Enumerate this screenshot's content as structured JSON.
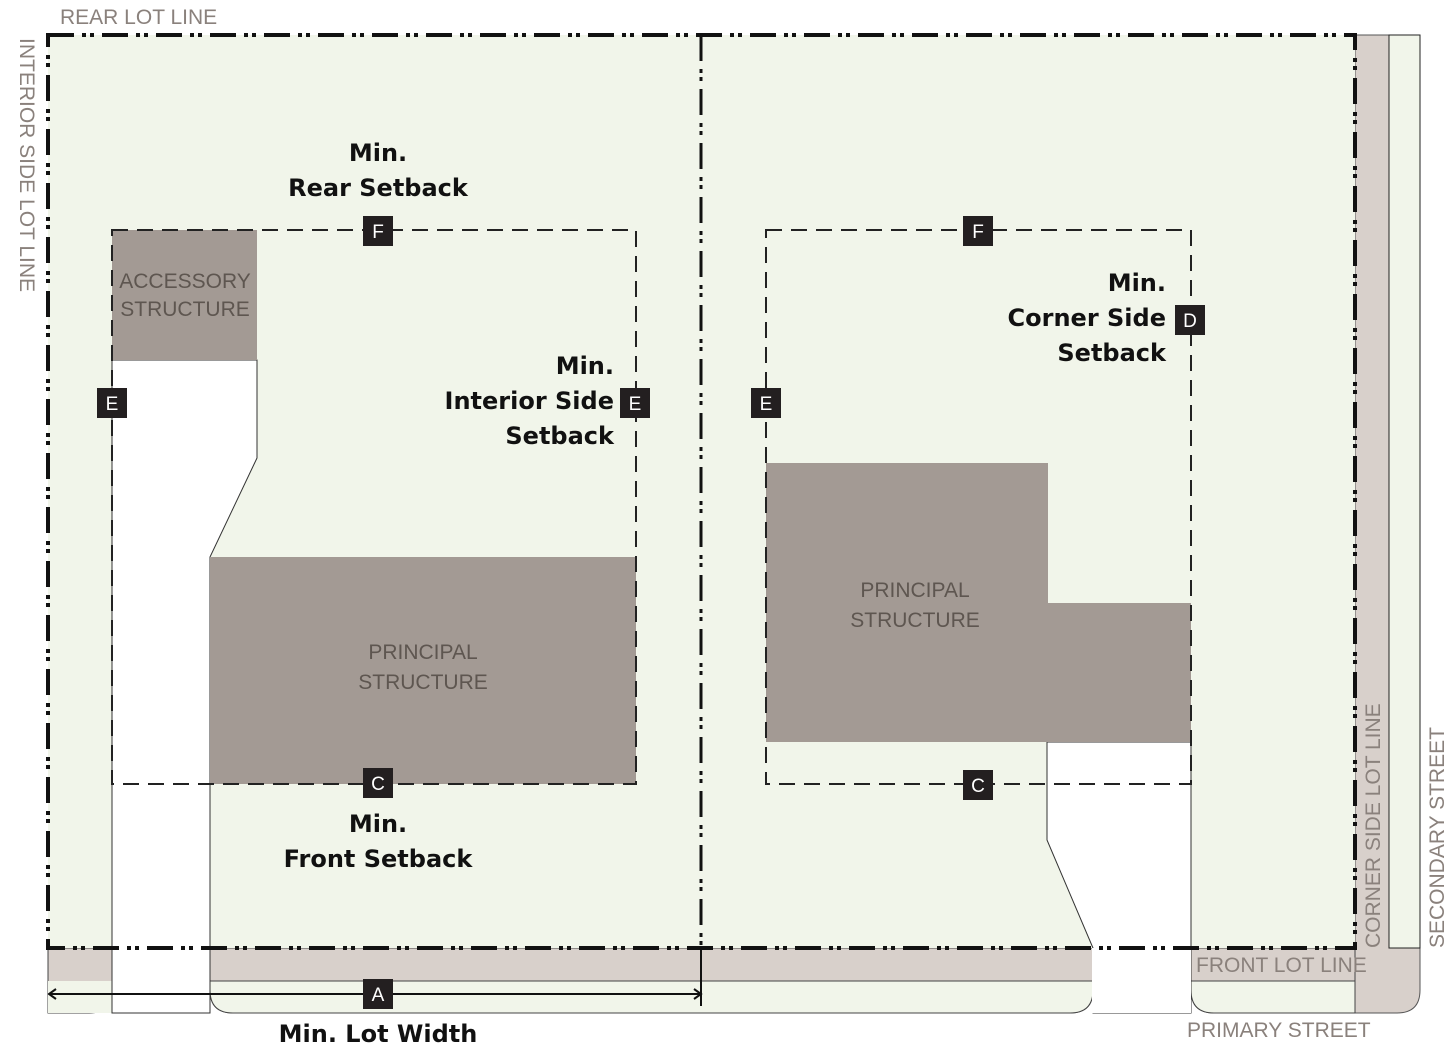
{
  "labels": {
    "rear_lot_line": "REAR LOT LINE",
    "interior_side_lot_line": "INTERIOR SIDE LOT LINE",
    "corner_side_lot_line": "CORNER SIDE LOT LINE",
    "secondary_street": "SECONDARY STREET",
    "front_lot_line": "FRONT LOT LINE",
    "primary_street": "PRIMARY STREET",
    "accessory_1": "ACCESSORY",
    "accessory_2": "STRUCTURE",
    "principal_1": "PRINCIPAL",
    "principal_2": "STRUCTURE"
  },
  "setbacks": {
    "rear_1": "Min.",
    "rear_2": "Rear Setback",
    "interior_1": "Min.",
    "interior_2": "Interior Side",
    "interior_3": "Setback",
    "corner_1": "Min.",
    "corner_2": "Corner Side",
    "corner_3": "Setback",
    "front_1": "Min.",
    "front_2": "Front Setback",
    "lot_width": "Min. Lot Width"
  },
  "markers": {
    "a": "A",
    "c": "C",
    "d": "D",
    "e": "E",
    "f": "F"
  },
  "colors": {
    "lot": "#f1f5ea",
    "paving": "#d8d0cb",
    "structure": "#a39a94",
    "line": "#111111"
  }
}
